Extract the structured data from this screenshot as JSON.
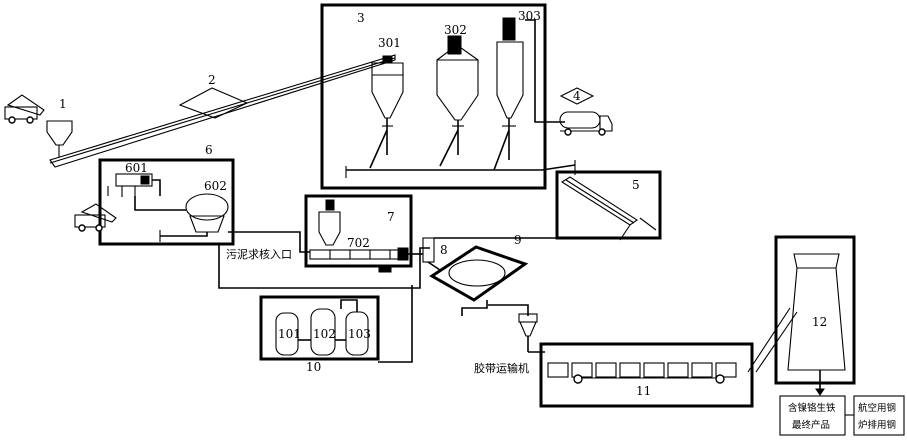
{
  "diagram": {
    "labels": {
      "n1": "1",
      "n2": "2",
      "n3": "3",
      "n4": "4",
      "n5": "5",
      "n6": "6",
      "n7": "7",
      "n8": "8",
      "n9": "9",
      "n10": "10",
      "n11": "11",
      "n12": "12",
      "n101": "101",
      "n102": "102",
      "n103": "103",
      "n301": "301",
      "n302": "302",
      "n303": "303",
      "n601": "601",
      "n602": "602",
      "n702": "702"
    },
    "text": {
      "sludge_inlet": "污泥求核入口",
      "belt_conveyor": "胶带运输机",
      "final_product_line1": "含镍铬生铁",
      "final_product_line2": "最终产品",
      "use_aviation": "航空用钢",
      "use_furnace": "炉排用钢"
    }
  }
}
